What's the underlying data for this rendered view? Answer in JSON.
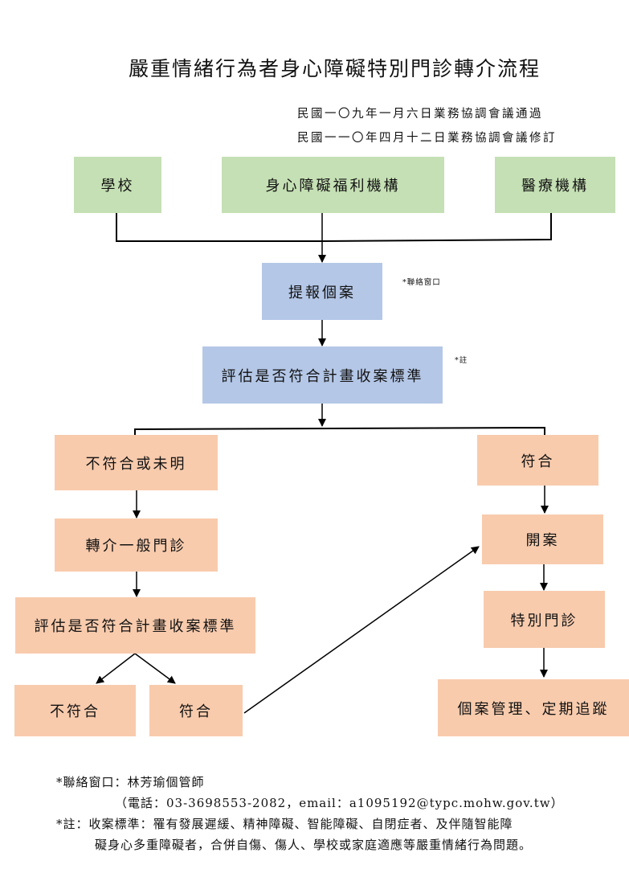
{
  "title": "嚴重情緒行為者身心障礙特別門診轉介流程",
  "approval": {
    "passed": "民國一〇九年一月六日業務協調會議通過",
    "revised": "民國一一〇年四月十二日業務協調會議修訂"
  },
  "sources": {
    "school": "學校",
    "welfare": "身心障礙福利機構",
    "medical": "醫療機構"
  },
  "report_case": "提報個案",
  "report_case_note": "*聯絡窗口",
  "assess": "評估是否符合計畫收案標準",
  "assess_note": "*註",
  "left_branch": {
    "not_qualified_or_unclear": "不符合或未明",
    "refer_general": "轉介一般門診",
    "reassess": "評估是否符合計畫收案標準",
    "not_qualified": "不符合",
    "qualified": "符合"
  },
  "right_branch": {
    "qualified": "符合",
    "open_case": "開案",
    "special_clinic": "特別門診",
    "case_management": "個案管理、定期追蹤"
  },
  "footer": {
    "contact": "*聯絡窗口：林芳瑜個管師",
    "contact_detail": "（電話：03-3698553-2082，email：a1095192@typc.mohw.gov.tw）",
    "note_line1": "*註：收案標準：罹有發展遲緩、精神障礙、智能障礙、自閉症者、及伴隨智能障",
    "note_line2": "礙身心多重障礙者，合併自傷、傷人、學校或家庭適應等嚴重情緒行為問題。"
  },
  "colors": {
    "source_box": "#c5e0b4",
    "process_box": "#b4c7e7",
    "outcome_box": "#f8cbad"
  }
}
